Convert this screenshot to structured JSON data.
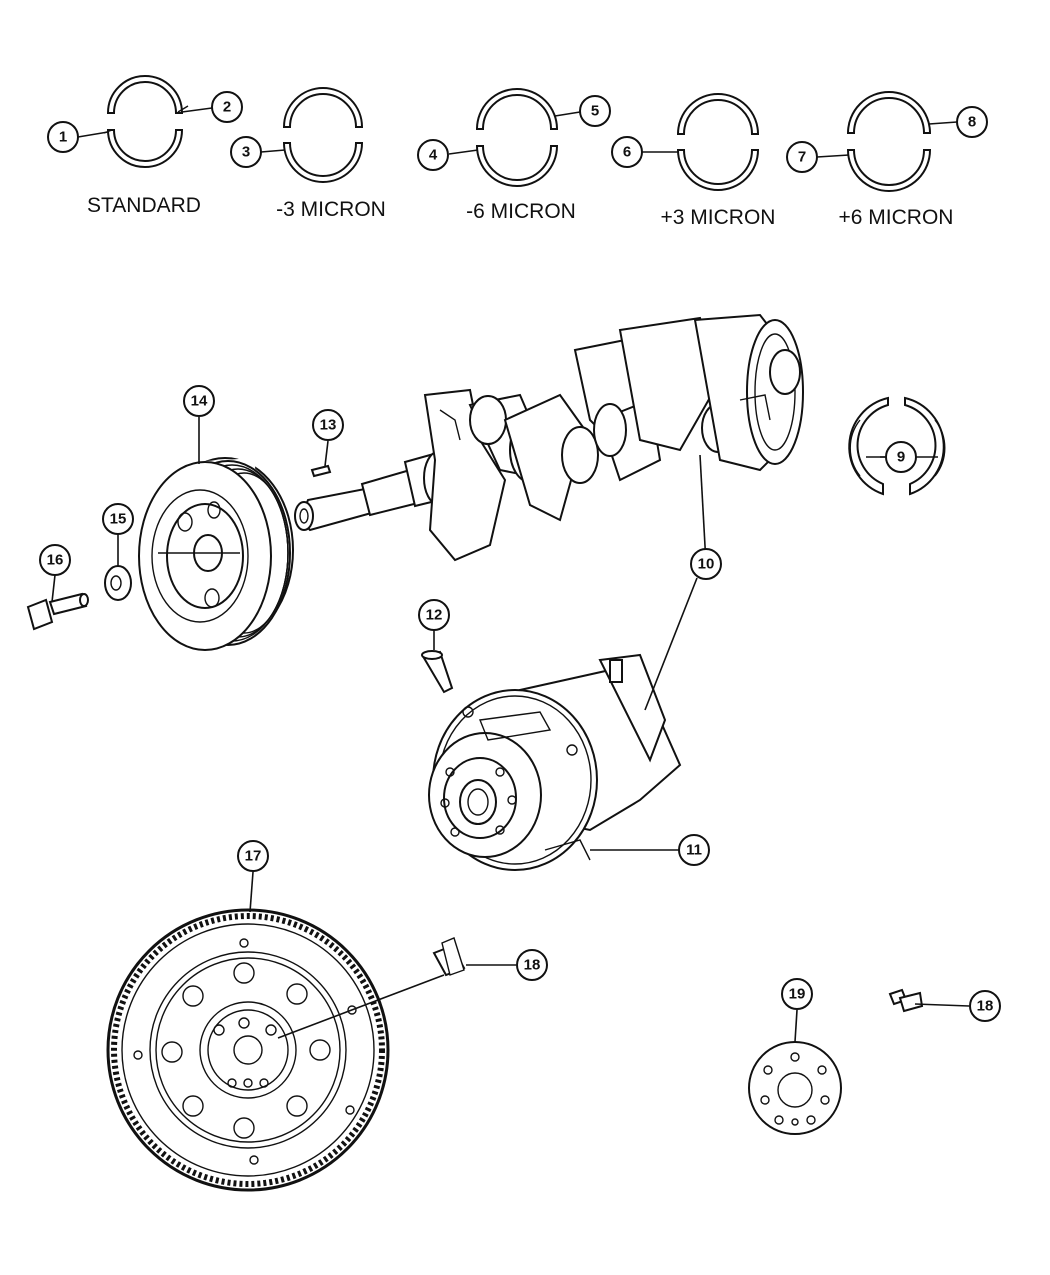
{
  "bearing_size_labels": {
    "standard": "STANDARD",
    "minus3": "-3 MICRON",
    "minus6": "-6 MICRON",
    "plus3": "+3 MICRON",
    "plus6": "+6 MICRON"
  },
  "callouts": {
    "c1": "1",
    "c2": "2",
    "c3": "3",
    "c4": "4",
    "c5": "5",
    "c6": "6",
    "c7": "7",
    "c8": "8",
    "c9": "9",
    "c10": "10",
    "c11": "11",
    "c12": "12",
    "c13": "13",
    "c14": "14",
    "c15": "15",
    "c16": "16",
    "c17": "17",
    "c18a": "18",
    "c18b": "18",
    "c19": "19"
  }
}
